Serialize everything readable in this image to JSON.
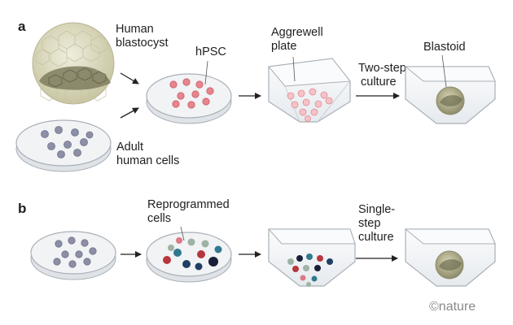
{
  "panels": {
    "a": {
      "letter": "a",
      "blastocyst_label": [
        "Human",
        "blastocyst"
      ],
      "hpsc_label": "hPSC",
      "adult_cells_label": [
        "Adult",
        "human cells"
      ],
      "aggrewell_label": [
        "Aggrewell",
        "plate"
      ],
      "culture_label": [
        "Two-step",
        "culture"
      ],
      "blastoid_label": "Blastoid"
    },
    "b": {
      "letter": "b",
      "reprogrammed_label": [
        "Reprogrammed",
        "cells"
      ],
      "culture_label": [
        "Single-",
        "step",
        "culture"
      ]
    }
  },
  "credit": "©nature",
  "colors": {
    "hpsc_cell": "#e8848c",
    "adult_cell": "#8c8fa6",
    "blastocyst": "#d9d7b8",
    "inner_mass": "#7e7c5e",
    "dish_fill": "#f1f3f5",
    "dish_stroke": "#a9b0b7",
    "arrow": "#222222",
    "reprogrammed_cells": [
      "#b8363d",
      "#1f3f63",
      "#2f7a8f",
      "#9db3a4",
      "#1a1f3a",
      "#d97a85"
    ]
  },
  "icons": [
    "arrow-right-icon",
    "petri-dish-icon",
    "aggrewell-well-icon",
    "blastocyst-icon"
  ]
}
